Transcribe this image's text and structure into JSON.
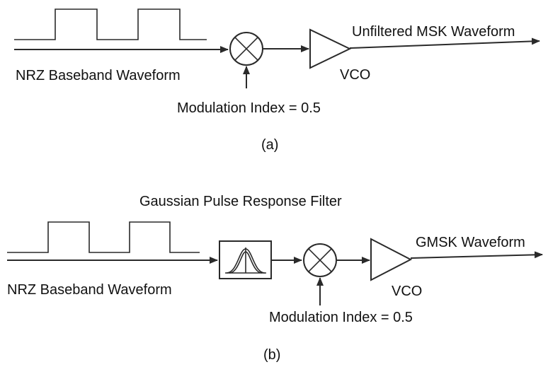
{
  "diagram_a": {
    "input_label": "NRZ Baseband Waveform",
    "modulation_label": "Modulation Index = 0.5",
    "vco_label": "VCO",
    "output_label": "Unfiltered MSK Waveform",
    "caption": "(a)"
  },
  "diagram_b": {
    "filter_title": "Gaussian Pulse Response Filter",
    "input_label": "NRZ Baseband Waveform",
    "modulation_label": "Modulation Index = 0.5",
    "vco_label": "VCO",
    "output_label": "GMSK Waveform",
    "caption": "(b)"
  },
  "colors": {
    "ink": "#2a2a2a",
    "background": "#ffffff"
  }
}
